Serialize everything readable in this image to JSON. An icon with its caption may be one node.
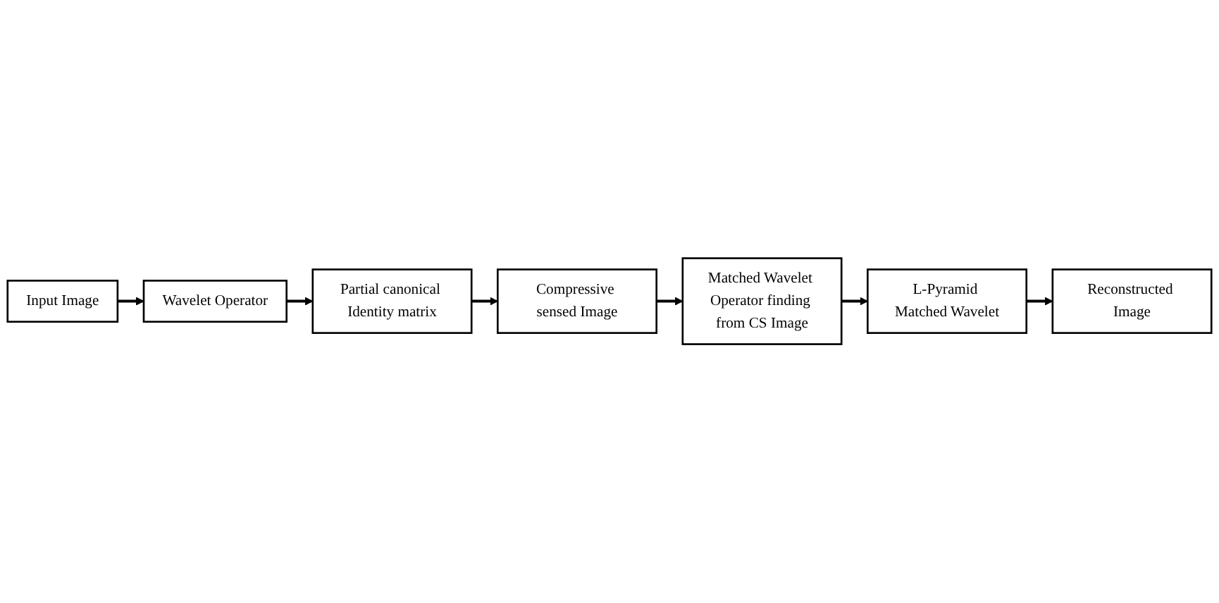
{
  "diagram": {
    "nodes": [
      {
        "text": [
          "Input Image"
        ]
      },
      {
        "text": [
          "Wavelet Operator"
        ]
      },
      {
        "text": [
          "Partial canonical Identity matrix"
        ]
      },
      {
        "text": [
          "Compressive sensed Image"
        ]
      },
      {
        "text": [
          "Matched Wavelet Operator finding from CS Image"
        ]
      },
      {
        "text": [
          "L-Pyramid Matched Wavelet"
        ]
      },
      {
        "text": [
          "Reconstructed Image"
        ]
      }
    ],
    "edges": [
      {
        "from": 0,
        "to": 1,
        "arrow": "to"
      },
      {
        "from": 1,
        "to": 2,
        "arrow": "to"
      },
      {
        "from": 2,
        "to": 3,
        "arrow": "to"
      },
      {
        "from": 3,
        "to": 4,
        "arrow": "to"
      },
      {
        "from": 4,
        "to": 5,
        "arrow": "to"
      },
      {
        "from": 5,
        "to": 6,
        "arrow": "to"
      }
    ]
  }
}
